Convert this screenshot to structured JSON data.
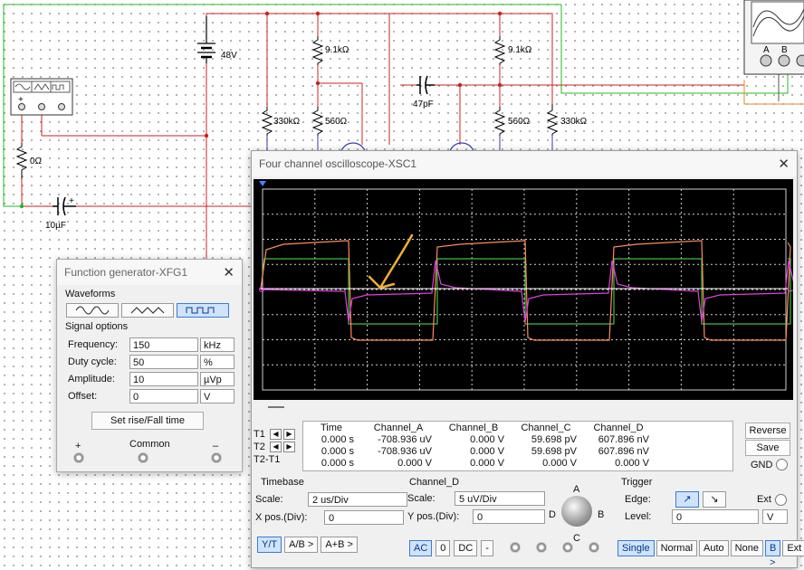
{
  "schematic": {
    "labels": {
      "battery": "48V",
      "r_top1": "9.1kΩ",
      "r_top2": "9.1kΩ",
      "r_bias1": "330kΩ",
      "r_bias2": "330kΩ",
      "r_e1": "560Ω",
      "r_e2": "560Ω",
      "r_in": "0Ω",
      "c_in": "10µF",
      "c_couple": "47pF",
      "plus": "+",
      "scope_a": "A",
      "scope_b": "B"
    },
    "wire_colors": {
      "red": "#cc2020",
      "green": "#22bb22",
      "blue": "#2f3fb0",
      "orange": "#e58a20",
      "gray": "#555555"
    }
  },
  "oscilloscope": {
    "title": "Four channel oscilloscope-XSC1",
    "trace_colors": {
      "A": "#ff8c5a",
      "B": "#40c040",
      "C": "#e040e0",
      "D": "#ffffff",
      "annotation": "#f0b030"
    },
    "readout": {
      "row_labels": [
        "T1",
        "T2",
        "T2-T1"
      ],
      "headers": [
        "Time",
        "Channel_A",
        "Channel_B",
        "Channel_C",
        "Channel_D"
      ],
      "rows": [
        [
          "0.000 s",
          "-708.936 uV",
          "0.000 V",
          "59.698 pV",
          "607.896 nV"
        ],
        [
          "0.000 s",
          "-708.936 uV",
          "0.000 V",
          "59.698 pV",
          "607.896 nV"
        ],
        [
          "0.000 s",
          "0.000 V",
          "0.000 V",
          "0.000 V",
          "0.000 V"
        ]
      ]
    },
    "buttons": {
      "reverse": "Reverse",
      "save": "Save",
      "gnd": "GND"
    },
    "timebase": {
      "title": "Timebase",
      "scale_label": "Scale:",
      "scale_value": "2 us/Div",
      "xpos_label": "X pos.(Div):",
      "xpos_value": "0",
      "modes": [
        "Y/T",
        "A/B >",
        "A+B >"
      ]
    },
    "channel": {
      "title": "Channel_D",
      "scale_label": "Scale:",
      "scale_value": "5 uV/Div",
      "ypos_label": "Y pos.(Div):",
      "ypos_value": "0",
      "coupling": [
        "AC",
        "0",
        "DC",
        "-"
      ],
      "knob_labels": [
        "A",
        "B",
        "C",
        "D"
      ]
    },
    "trigger": {
      "title": "Trigger",
      "edge_label": "Edge:",
      "ext_label": "Ext",
      "level_label": "Level:",
      "level_value": "0",
      "level_unit": "V",
      "modes": [
        "Single",
        "Normal",
        "Auto",
        "None",
        "B >",
        "Ext"
      ]
    }
  },
  "function_generator": {
    "title": "Function generator-XFG1",
    "waveforms_title": "Waveforms",
    "selected_waveform": "square",
    "signal_options_title": "Signal options",
    "fields": [
      {
        "label": "Frequency:",
        "value": "150",
        "unit": "kHz"
      },
      {
        "label": "Duty cycle:",
        "value": "50",
        "unit": "%"
      },
      {
        "label": "Amplitude:",
        "value": "10",
        "unit": "µVp"
      },
      {
        "label": "Offset:",
        "value": "0",
        "unit": "V"
      }
    ],
    "rise_fall_button": "Set rise/Fall time",
    "terminals": {
      "plus": "+",
      "common": "Common",
      "minus": "–"
    }
  }
}
